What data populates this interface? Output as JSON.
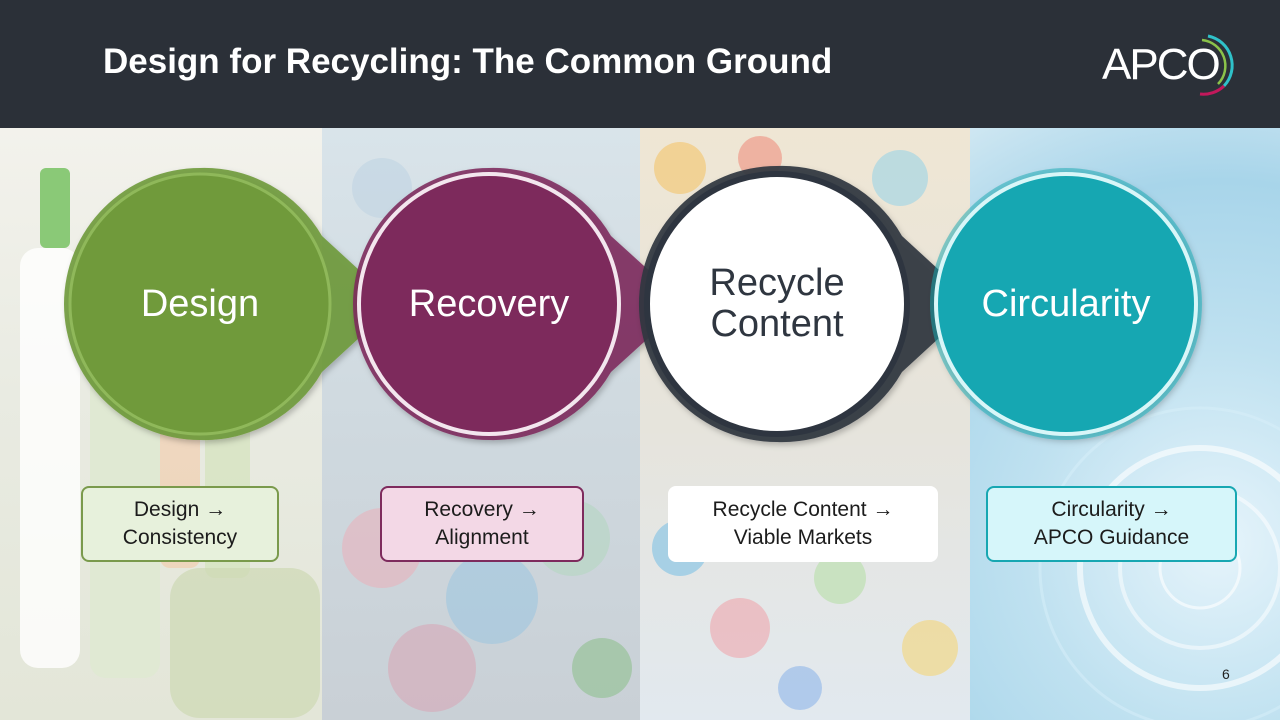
{
  "slide": {
    "title": "Design for Recycling: The Common Ground",
    "page_number": "6"
  },
  "logo": {
    "text": "APCO"
  },
  "stages": [
    {
      "label": "Design",
      "color": "#6f9a3b",
      "caption_line1": "Design →",
      "caption_line2": "Consistency"
    },
    {
      "label": "Recovery",
      "color": "#7d2a5c",
      "caption_line1": "Recovery →",
      "caption_line2": "Alignment"
    },
    {
      "label_line1": "Recycle",
      "label_line2": "Content",
      "color": "#ffffff",
      "caption_line1": "Recycle Content →",
      "caption_line2": "Viable Markets"
    },
    {
      "label": "Circularity",
      "color": "#17a7b2",
      "caption_line1": "Circularity →",
      "caption_line2": "APCO Guidance"
    }
  ],
  "colors": {
    "header_bg": "#2b3038",
    "title_text": "#ffffff"
  }
}
